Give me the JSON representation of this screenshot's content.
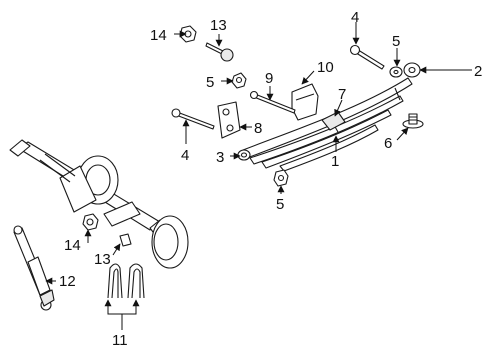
{
  "diagram": {
    "callouts": {
      "c1": "1",
      "c2": "2",
      "c3": "3",
      "c4a": "4",
      "c4b": "4",
      "c5a": "5",
      "c5b": "5",
      "c5c": "5",
      "c6": "6",
      "c7": "7",
      "c8": "8",
      "c9": "9",
      "c10": "10",
      "c11": "11",
      "c12": "12",
      "c13a": "13",
      "c13b": "13",
      "c14a": "14",
      "c14b": "14"
    }
  }
}
